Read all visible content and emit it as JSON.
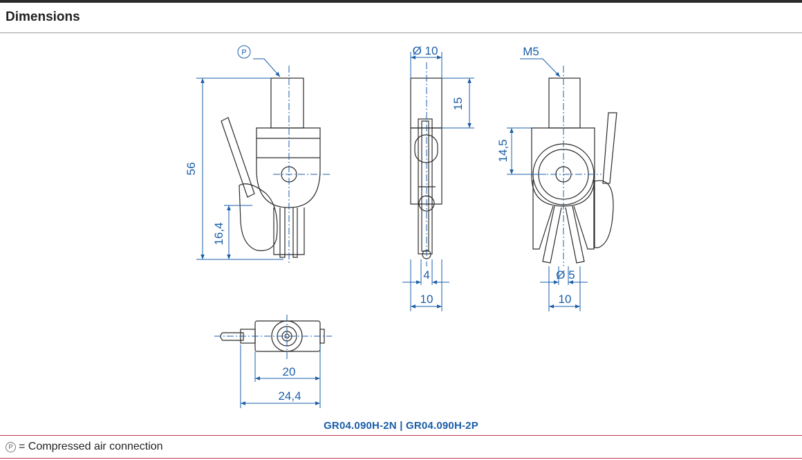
{
  "section": {
    "title": "Dimensions"
  },
  "labels": {
    "port_marker": "P",
    "dim_56": "56",
    "dim_16_4": "16,4",
    "dim_d10": "Ø 10",
    "dim_15": "15",
    "dim_4": "4",
    "dim_10_side": "10",
    "dim_m5": "M5",
    "dim_14_5": "14,5",
    "dim_d5": "Ø 5",
    "dim_10_back": "10",
    "dim_20": "20",
    "dim_24_4": "24,4"
  },
  "caption": "GR04.090H-2N  |  GR04.090H-2P",
  "legend": {
    "symbol": "P",
    "text": "= Compressed air connection"
  },
  "colors": {
    "dimension": "#1a5ea8",
    "outline": "#2a2a2a",
    "rule": "#c0354b"
  }
}
